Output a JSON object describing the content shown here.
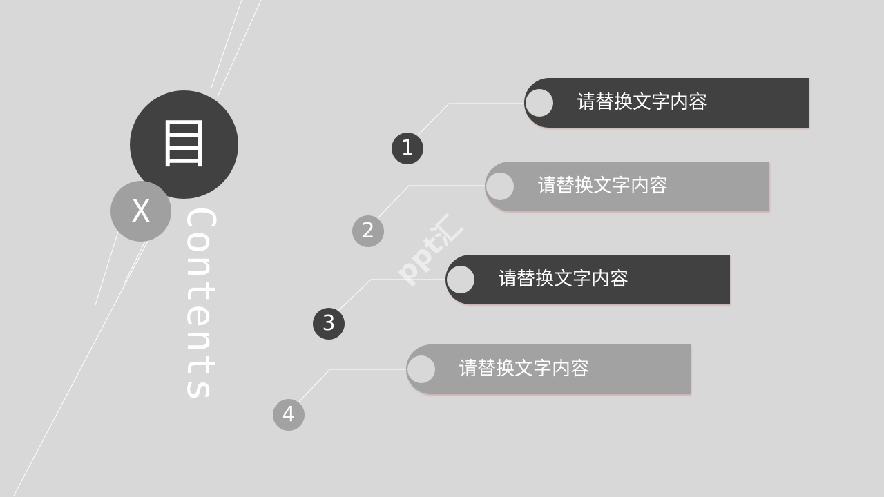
{
  "title": {
    "char": "目",
    "subchar": "X",
    "vertical": "Contents"
  },
  "items": [
    {
      "number": "1",
      "label": "请替换文字内容",
      "style": "dark"
    },
    {
      "number": "2",
      "label": "请替换文字内容",
      "style": "light"
    },
    {
      "number": "3",
      "label": "请替换文字内容",
      "style": "dark"
    },
    {
      "number": "4",
      "label": "请替换文字内容",
      "style": "light"
    }
  ],
  "watermark": "ppt汇",
  "colors": {
    "background": "#d8d8d8",
    "dark": "#414141",
    "light": "#a2a2a2",
    "text": "#ffffff"
  }
}
